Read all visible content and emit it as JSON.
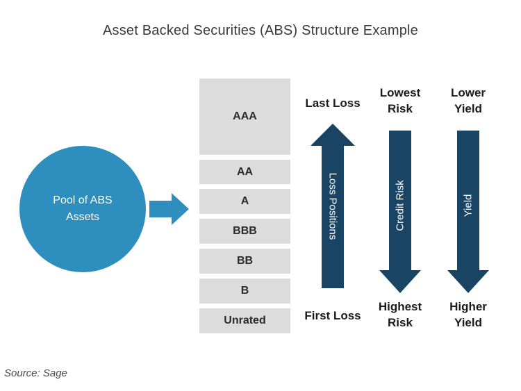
{
  "title": "Asset Backed Securities (ABS) Structure Example",
  "source_note": "Source: Sage",
  "colors": {
    "pool_blue": "#2E8FBE",
    "arrow_navy": "#1A4463",
    "tranche_gray": "#DCDCDC"
  },
  "icons": {
    "pool_to_tranches": "right-arrow",
    "loss_flow": "up-arrow",
    "credit_flow": "down-arrow",
    "yield_flow": "down-arrow"
  },
  "pool": {
    "label": "Pool of ABS Assets"
  },
  "tranches": [
    {
      "label": "AAA",
      "size": "large"
    },
    {
      "label": "AA",
      "size": "small"
    },
    {
      "label": "A",
      "size": "small"
    },
    {
      "label": "BBB",
      "size": "small"
    },
    {
      "label": "BB",
      "size": "small"
    },
    {
      "label": "B",
      "size": "small"
    },
    {
      "label": "Unrated",
      "size": "small"
    }
  ],
  "flows": [
    {
      "top_label": "Last Loss",
      "arrow_label": "Loss Positions",
      "bottom_label": "First Loss",
      "direction": "up"
    },
    {
      "top_label": "Lowest Risk",
      "arrow_label": "Credit Risk",
      "bottom_label": "Highest Risk",
      "direction": "down"
    },
    {
      "top_label": "Lower Yield",
      "arrow_label": "Yield",
      "bottom_label": "Higher Yield",
      "direction": "down"
    }
  ]
}
